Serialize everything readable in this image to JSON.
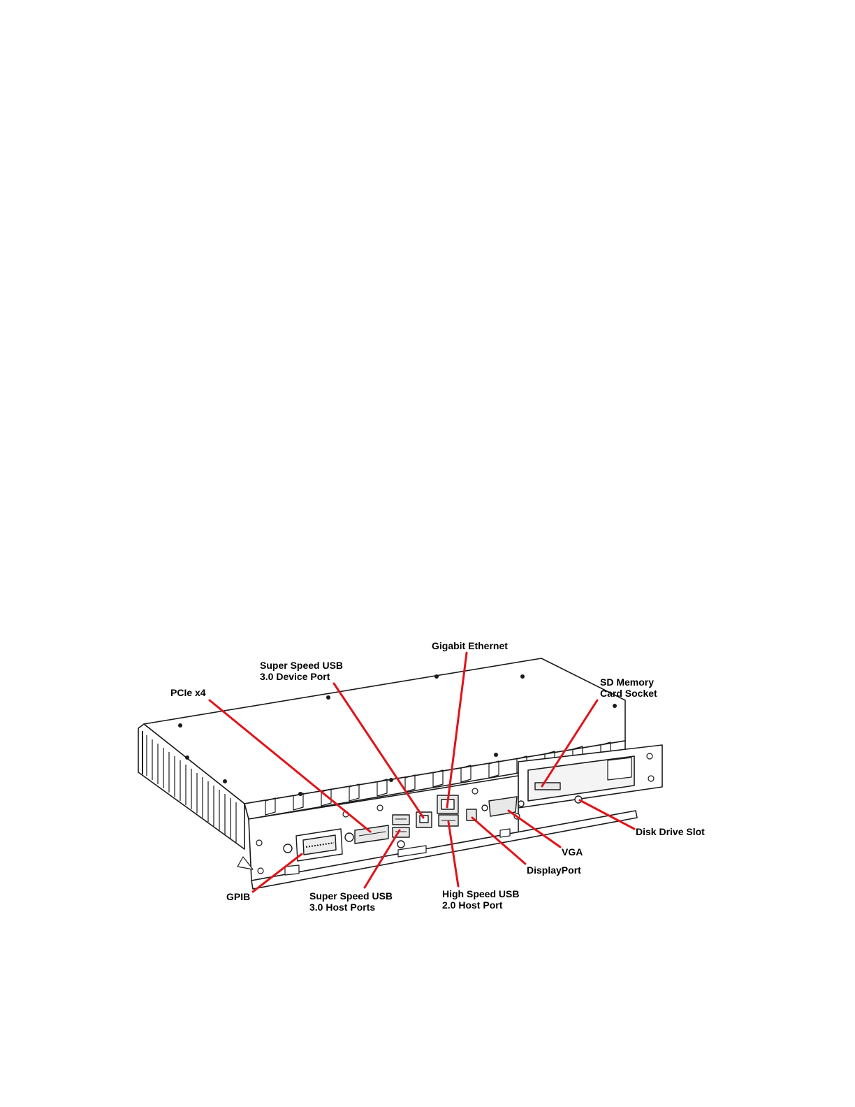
{
  "figure": {
    "leader_color": "#e0141b",
    "line_color": "#1a1a1a",
    "labels": {
      "gigabit_ethernet": "Gigabit Ethernet",
      "usb3_device_1": "Super Speed USB",
      "usb3_device_2": "3.0 Device Port",
      "pcie": "PCIe x4",
      "sd_card_1": "SD Memory",
      "sd_card_2": "Card Socket",
      "disk_drive": "Disk Drive Slot",
      "vga": "VGA",
      "displayport": "DisplayPort",
      "usb2_host_1": "High Speed USB",
      "usb2_host_2": "2.0 Host Port",
      "usb3_host_1": "Super Speed USB",
      "usb3_host_2": "3.0 Host Ports",
      "gpib": "GPIB"
    }
  }
}
